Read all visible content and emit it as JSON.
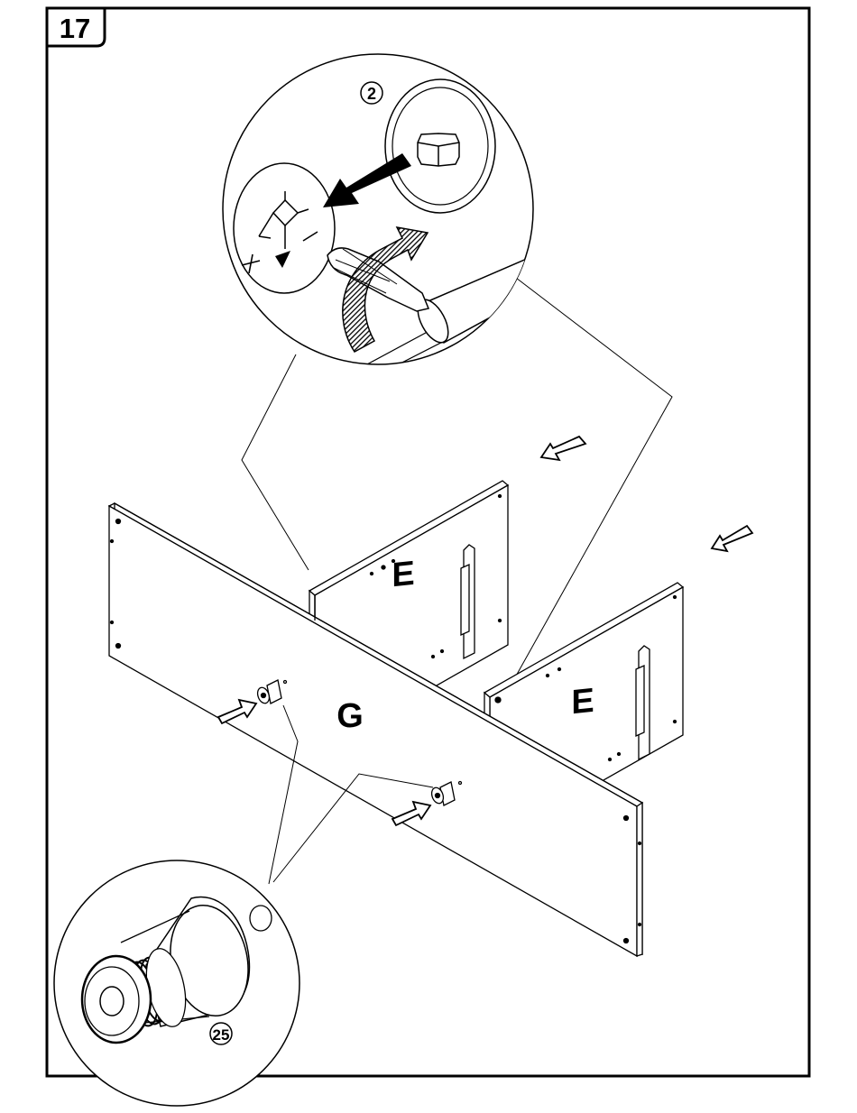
{
  "step": {
    "number": "17"
  },
  "detail_top": {
    "part_number": "2"
  },
  "detail_bottom": {
    "part_number": "25"
  },
  "panels": {
    "back_panel_label": "G",
    "divider_1_label": "E",
    "divider_2_label": "E"
  },
  "colors": {
    "line": "#000000",
    "background": "#ffffff"
  }
}
